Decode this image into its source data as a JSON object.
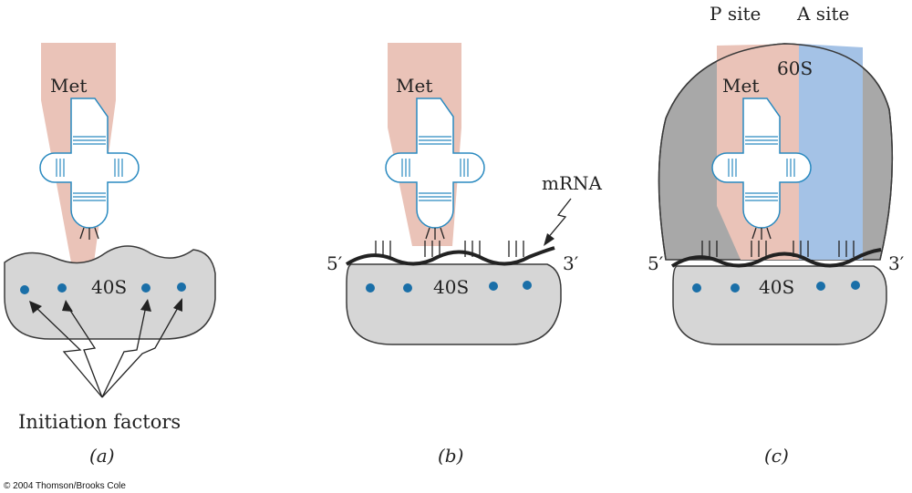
{
  "labels": {
    "met_a": "Met",
    "met_b": "Met",
    "met_c": "Met",
    "sub40_a": "40S",
    "sub40_b": "40S",
    "sub40_c": "40S",
    "sub60_c": "60S",
    "mrna": "mRNA",
    "five_prime_b": "5′",
    "three_prime_b": "3′",
    "five_prime_c": "5′",
    "three_prime_c": "3′",
    "p_site": "P site",
    "a_site": "A site",
    "initiation_factors": "Initiation factors",
    "panel_a": "(a)",
    "panel_b": "(b)",
    "panel_c": "(c)",
    "copyright": "© 2004 Thomson/Brooks Cole"
  },
  "colors": {
    "trna_shade": "#eac3b8",
    "a_site_shade": "#a4c2e6",
    "subunit_40s": "#d6d6d6",
    "subunit_60s": "#a8a8a8",
    "dot": "#1a6fa8",
    "trna_stroke": "#2a8ac0",
    "mrna": "#222222"
  }
}
